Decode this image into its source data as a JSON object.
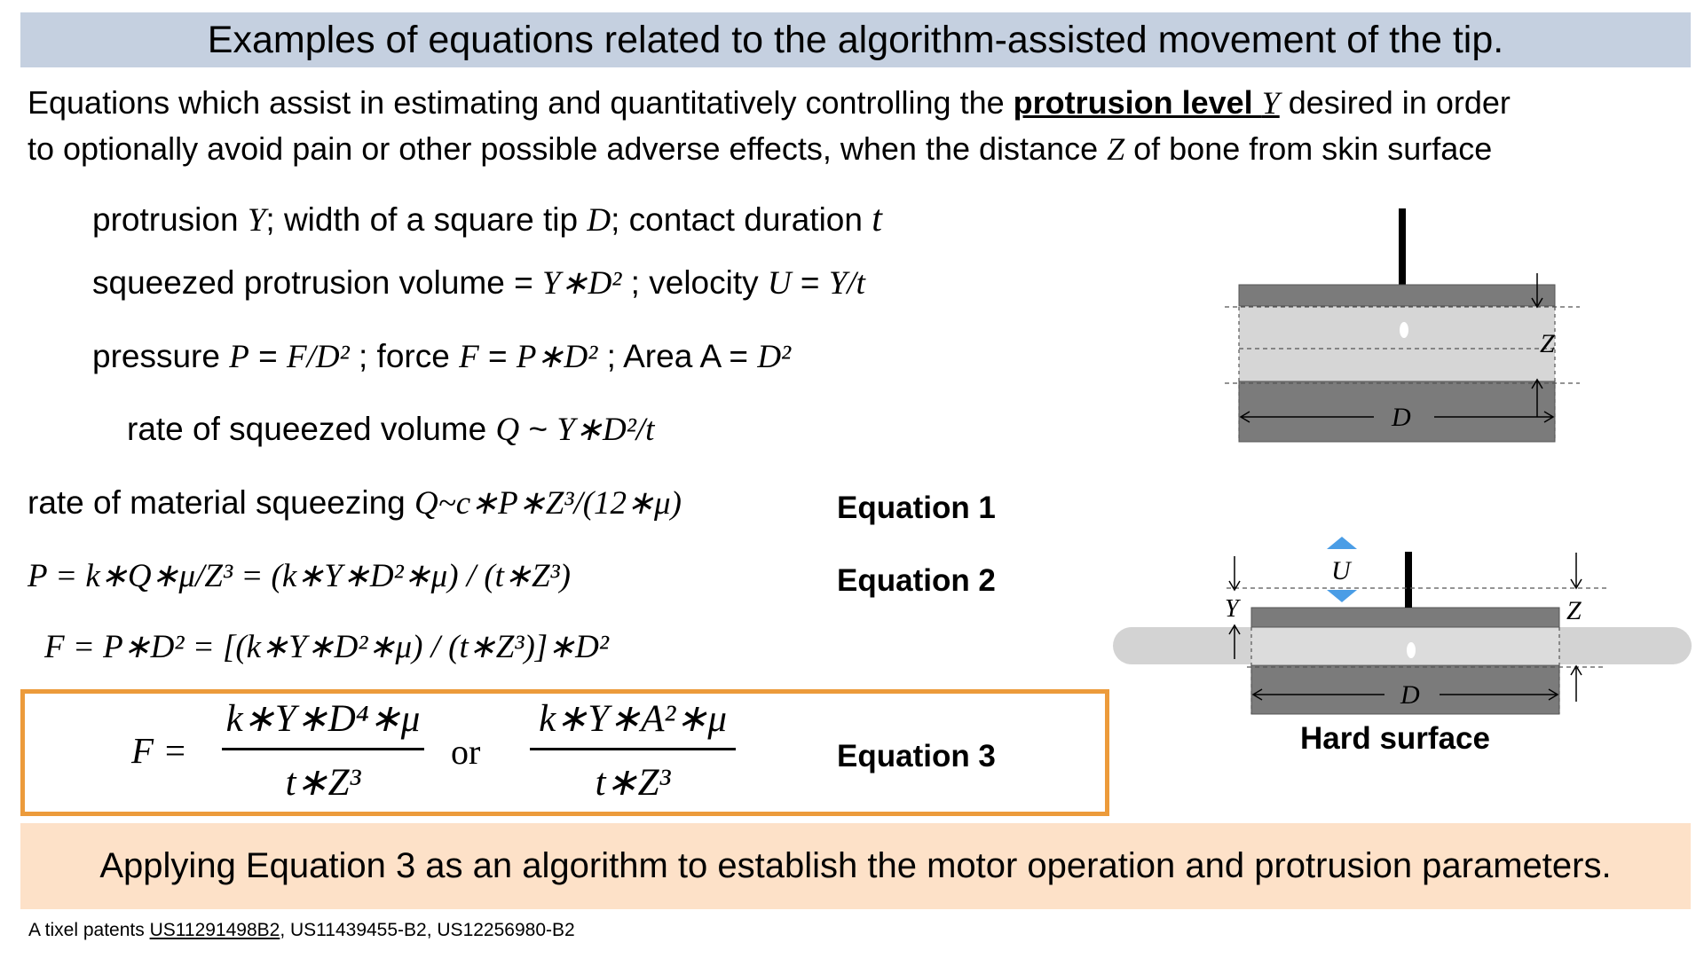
{
  "title": "Examples of equations related to the algorithm-assisted movement of the tip.",
  "intro": {
    "line1_pre": "Equations which assist in estimating and quantitatively controlling the ",
    "line1_bold": "protrusion level ",
    "line1_var": "Y",
    "line1_post": " desired in order",
    "line2_pre": "to optionally avoid pain or other possible adverse effects, when the distance ",
    "line2_var": "Z",
    "line2_post": " of bone from skin surface"
  },
  "definitions": {
    "def1_pre": "protrusion ",
    "def1_y": "Y",
    "def1_mid1": "; width of a square tip ",
    "def1_d": "D",
    "def1_mid2": "; contact duration ",
    "def1_t": "t",
    "def2_pre": "squeezed protrusion volume = ",
    "def2_expr": "Y∗D²",
    "def2_mid": " ;  velocity ",
    "def2_u": "U",
    "def2_eq": " = ",
    "def2_expr2": "Y/t",
    "def3_pre": "pressure ",
    "def3_p": "P",
    "def3_eq": " = ",
    "def3_expr": "F/D²",
    "def3_mid": " ;  force ",
    "def3_f": "F",
    "def3_expr2": "P∗D²",
    "def3_mid2": " ;  Area A = ",
    "def3_expr3": "D²",
    "def4_pre": "rate of squeezed volume ",
    "def4_q": "Q",
    "def4_tilde": " ~ ",
    "def4_expr": "Y∗D²/t"
  },
  "equations": {
    "eq1_pre": "rate of material squeezing ",
    "eq1_expr": "Q~c∗P∗Z³/(12∗μ)",
    "eq1_label": "Equation 1",
    "eq2_expr": "P = k∗Q∗μ/Z³ = (k∗Y∗D²∗μ) / (t∗Z³)",
    "eq2_label": "Equation 2",
    "eq_f_expr": "F = P∗D² = [(k∗Y∗D²∗μ) / (t∗Z³)]∗D²",
    "eq3_lhs": "F  =",
    "eq3_num1": "k∗Y∗D⁴∗μ",
    "eq3_den1": "t∗Z³",
    "eq3_or": "or",
    "eq3_num2": "k∗Y∗A²∗μ",
    "eq3_den2": "t∗Z³",
    "eq3_label": "Equation 3"
  },
  "diagrams": {
    "d1_z": "Z",
    "d1_d": "D",
    "d2_u": "U",
    "d2_y": "Y",
    "d2_z": "Z",
    "d2_d": "D",
    "d2_caption": "Hard surface"
  },
  "bottom": "Applying Equation 3 as an algorithm to establish the motor operation and protrusion parameters.",
  "footer": {
    "pre": "A tixel patents ",
    "patent1": "US11291498B2",
    "rest": ", US11439455-B2, US12256980-B2"
  },
  "colors": {
    "title_bg": "#c5d0e0",
    "box_border": "#ec9b3b",
    "bottom_bg": "#fde1c8",
    "arrow_blue": "#4a9de6"
  }
}
